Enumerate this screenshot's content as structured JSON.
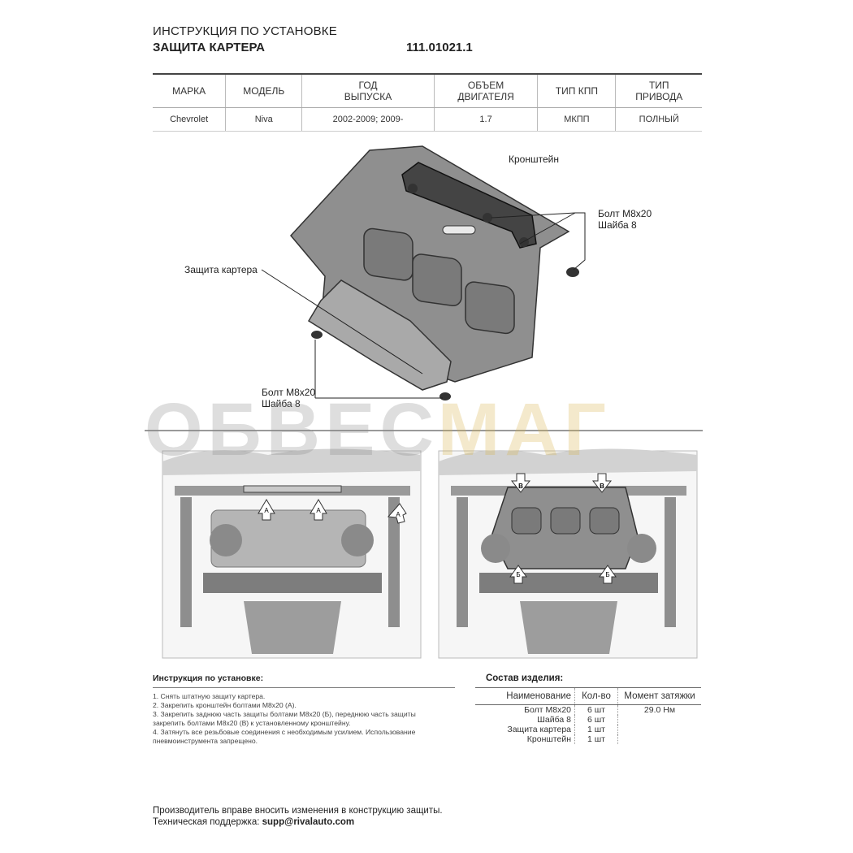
{
  "header": {
    "title": "ИНСТРУКЦИЯ ПО УСТАНОВКЕ",
    "subtitle": "ЗАЩИТА КАРТЕРА",
    "code": "111.01021.1"
  },
  "spec_table": {
    "headers": [
      "МАРКА",
      "МОДЕЛЬ",
      "ГОД\nВЫПУСКА",
      "ОБЪЕМ\nДВИГАТЕЛЯ",
      "ТИП КПП",
      "ТИП\nПРИВОДА"
    ],
    "row": [
      "Chevrolet",
      "Niva",
      "2002-2009; 2009-",
      "1.7",
      "МКПП",
      "ПОЛНЫЙ"
    ]
  },
  "diagram_labels": {
    "bracket": "Кронштейн",
    "bolt_top_1": "Болт М8х20",
    "bolt_top_2": "Шайба 8",
    "guard": "Защита картера",
    "bolt_bottom_1": "Болт М8х20",
    "bolt_bottom_2": "Шайба 8"
  },
  "watermark": {
    "part1": "ОБВЕС",
    "part2": "МАГ"
  },
  "photo_markers": {
    "left": [
      "А",
      "А",
      "А"
    ],
    "right": [
      "В",
      "В",
      "Б",
      "Б"
    ]
  },
  "instructions": {
    "heading": "Инструкция по установке:",
    "steps": [
      "1. Снять штатную защиту картера.",
      "2. Закрепить кронштейн болтами М8х20 (А).",
      "3. Закрепить заднюю часть защиты болтами М8х20 (Б), переднюю часть защиты",
      "закрепить болтами М8х20 (В) к установленному кронштейну.",
      "4. Затянуть все резьбовые соединения с необходимым усилием. Использование",
      "пневмоинструмента запрещено."
    ]
  },
  "composition": {
    "heading": "Состав изделия:",
    "headers": [
      "Наименование",
      "Кол-во",
      "Момент затяжки"
    ],
    "rows": [
      [
        "Болт М8х20",
        "6 шт",
        "29.0 Нм"
      ],
      [
        "Шайба 8",
        "6 шт",
        ""
      ],
      [
        "Защита картера",
        "1 шт",
        ""
      ],
      [
        "Кронштейн",
        "1 шт",
        ""
      ]
    ]
  },
  "footer": {
    "line1": "Производитель вправе вносить изменения в конструкцию защиты.",
    "line2_label": "Техническая поддержка:",
    "line2_email": "supp@rivalauto.com"
  },
  "colors": {
    "plate": "#8c8c8c",
    "plate_dark": "#5d5d5d",
    "watermark_gray": "#8a8a8a",
    "watermark_yellow": "#d8b44a"
  }
}
